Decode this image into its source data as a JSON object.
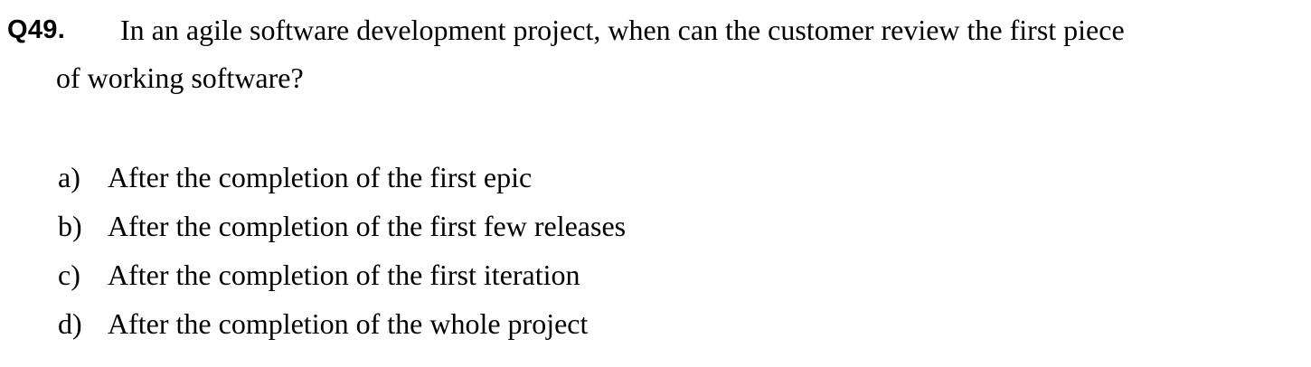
{
  "question": {
    "number": "Q49.",
    "text_line_1": "In an agile software development project, when can the customer review the first piece",
    "text_line_2": "of working software?"
  },
  "options": [
    {
      "letter": "a)",
      "text": "After the completion of the first epic"
    },
    {
      "letter": "b)",
      "text": "After the completion of the first few releases"
    },
    {
      "letter": "c)",
      "text": "After the completion of the first iteration"
    },
    {
      "letter": "d)",
      "text": "After the completion of the whole project"
    }
  ]
}
